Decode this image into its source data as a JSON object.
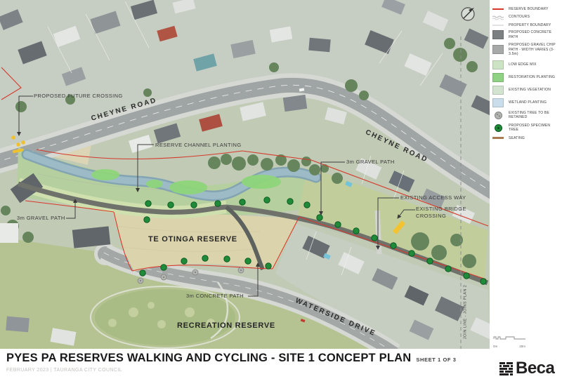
{
  "map": {
    "labels": {
      "proposed_future_crossing": "PROPOSED FUTURE CROSSING",
      "cheyne_road_upper": "CHEYNE ROAD",
      "cheyne_road_lower": "CHEYNE ROAD",
      "reserve_channel_planting": "RESERVE CHANNEL PLANTING",
      "gravel_path_right": "3m GRAVEL PATH",
      "gravel_path_left": "3m GRAVEL PATH",
      "existing_access_way": "EXISTING ACCESS WAY",
      "existing_bridge_crossing": "EXISTING BRIDGE CROSSING",
      "te_otinga_reserve": "TE OTINGA RESERVE",
      "concrete_path": "3m CONCRETE PATH",
      "waterside_drive": "WATERSIDE DRIVE",
      "recreation_reserve": "RECREATION RESERVE",
      "join_line": "JOIN LINE - JOINS PLAN 2"
    },
    "scale_bar": {
      "start_label": "0m",
      "end_label": "20m"
    },
    "icons": {
      "north_arrow": "north-compass-arrow",
      "future_crossing_marker": "yellow-crossing-marker",
      "bridge_marker": "yellow-bridge-marker"
    }
  },
  "legend": {
    "items": [
      {
        "label": "RESERVE BOUNDARY",
        "type": "line",
        "color": "#d6392c"
      },
      {
        "label": "CONTOURS",
        "type": "line",
        "color": "#b5b5b5"
      },
      {
        "label": "PROPERTY BOUNDARY",
        "type": "line",
        "color": "#e2e2e0"
      },
      {
        "label": "PROPOSED CONCRETE PATH",
        "type": "area",
        "color": "#7d8081"
      },
      {
        "label": "PROPOSED GRAVEL CHIP PATH - WIDTH VARIES (3-3.5m)",
        "type": "area",
        "color": "#a7a9a8"
      },
      {
        "label": "LOW EDGE MIX",
        "type": "area",
        "color": "#cde4c4"
      },
      {
        "label": "RESTORATION PLANTING",
        "type": "area",
        "color": "#8fd283"
      },
      {
        "label": "EXISTING VEGETATION",
        "type": "area",
        "color": "#d2e4d0"
      },
      {
        "label": "WETLAND PLANTING",
        "type": "area",
        "color": "#c9ddeb"
      },
      {
        "label": "EXISTING TREE TO BE RETAINED",
        "type": "symbol",
        "color": "#9fa29f"
      },
      {
        "label": "PROPOSED SPECIMEN TREE",
        "type": "symbol",
        "color": "#1f8a37"
      },
      {
        "label": "SEATING",
        "type": "line",
        "color": "#a9794f"
      }
    ]
  },
  "title_block": {
    "title": "PYES PA RESERVES WALKING AND CYCLING - SITE 1 CONCEPT PLAN",
    "sheet": "SHEET 1 OF 3",
    "subtitle": "FEBRUARY 2023 | TAURANGA CITY COUNCIL",
    "logo": "Beca"
  }
}
